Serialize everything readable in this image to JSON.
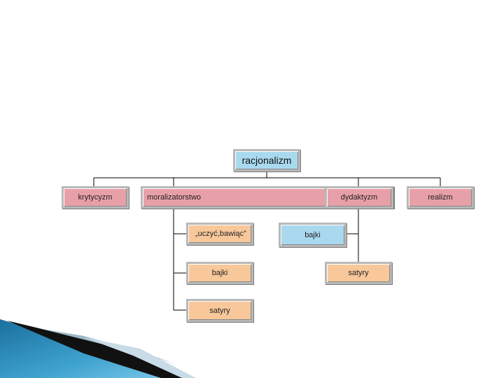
{
  "diagram": {
    "root": "racjonalizm",
    "level1": [
      "krytycyzm",
      "moralizatorstwo",
      "dydaktyzm",
      "realizm"
    ],
    "moralizatorstwo_children": [
      "„uczyć,bawiąc”",
      "bajki",
      "satyry"
    ],
    "dydaktyzm_children": [
      "bajki",
      "satyry"
    ]
  },
  "colors": {
    "root": "#a9d9ef",
    "level1": "#e8a0a8",
    "child": "#f8c89a",
    "highlight": "#a9d9ef",
    "connector": "#000000"
  }
}
